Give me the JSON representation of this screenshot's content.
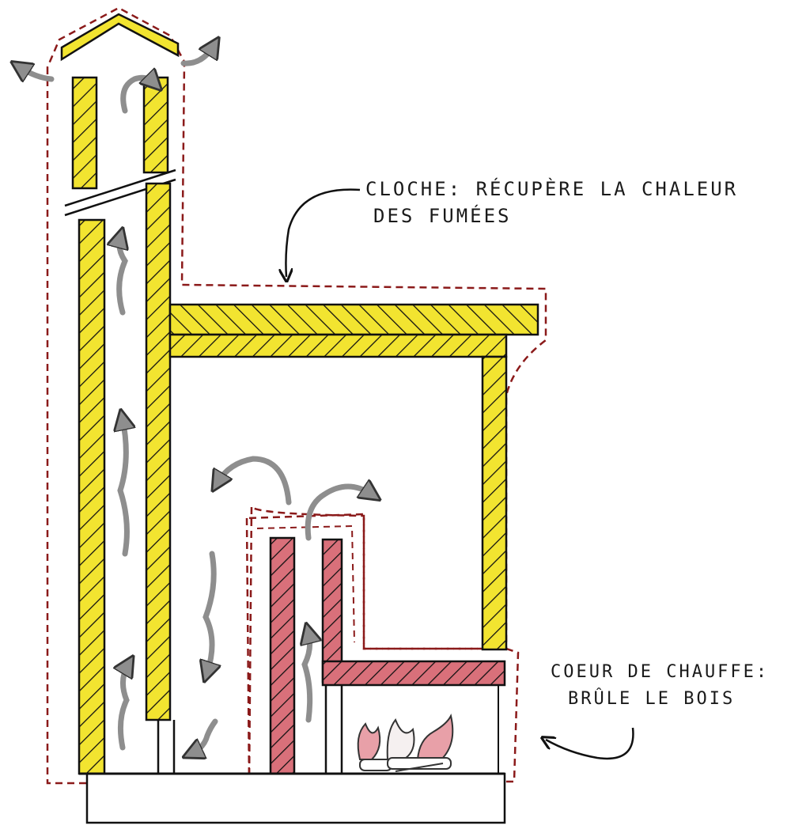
{
  "labels": {
    "cloche_line1": "CLOCHE: RÉCUPÈRE LA CHALEUR",
    "cloche_line2": "DES FUMÉES",
    "coeur_line1": "COEUR DE CHAUFFE:",
    "coeur_line2": "BRÛLE LE BOIS"
  },
  "colors": {
    "cloche_fill": "#f2e430",
    "coeur_fill": "#d9707a",
    "outline": "#111111",
    "dashed_envelope": "#8b1a1a",
    "smoke_arrow": "#8e8e8e",
    "flame": "#e8a0a8"
  },
  "icons": {
    "smoke_arrows": "curved-arrow",
    "callout_arrows": "pointer-arrow",
    "fire": "wood-fire"
  }
}
